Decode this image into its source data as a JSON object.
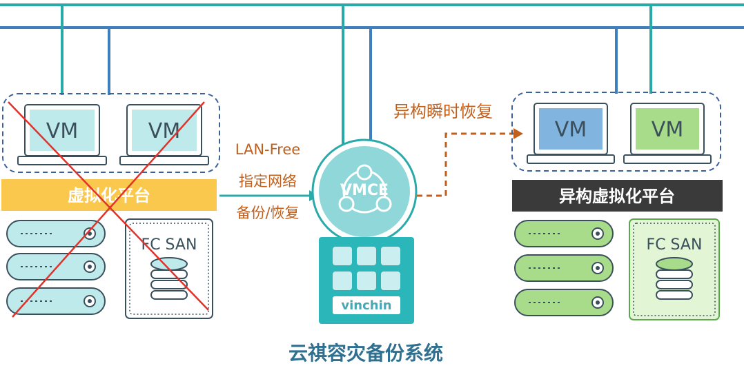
{
  "colors": {
    "teal_line": "#2aa9a9",
    "blue_line": "#3f7fbf",
    "dashed_border": "#3d5f9a",
    "left_platform_bar": "#f9c84c",
    "right_platform_bar": "#3a3a3a",
    "server_teal": "#bfeaec",
    "server_green": "#a8dc8a",
    "orange_text": "#c0601c",
    "red_cross": "#e0322a",
    "title_blue": "#2f6f8f"
  },
  "left_site": {
    "vms": [
      "VM",
      "VM"
    ],
    "platform_label": "虚拟化平台",
    "storage_label": "FC SAN",
    "status": "failed"
  },
  "right_site": {
    "vms": [
      "VM",
      "VM"
    ],
    "platform_label": "异构虚拟化平台",
    "storage_label": "FC SAN"
  },
  "lan_free_label": {
    "line1": "LAN-Free",
    "line2": "指定网络",
    "line3": "备份/恢复"
  },
  "instant_restore_label": "异构瞬时恢复",
  "center": {
    "vmce_label": "VMCE",
    "appliance_brand": "vinchin",
    "system_title": "云祺容灾备份系统"
  },
  "icons": [
    "laptop-icon",
    "server-icon",
    "database-icon",
    "share-icon",
    "failure-cross-icon"
  ]
}
